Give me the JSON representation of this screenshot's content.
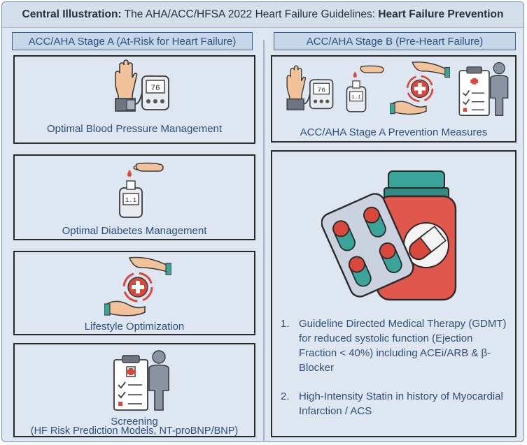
{
  "title": {
    "prefix": "Central Illustration:",
    "main": " The AHA/ACC/HFSA 2022 Heart Failure Guidelines: ",
    "suffix": "Heart Failure Prevention"
  },
  "stage_a": {
    "header": "ACC/AHA Stage A (At-Risk for Heart Failure)",
    "items": [
      {
        "label": "Optimal Blood Pressure Management",
        "icon": "blood-pressure-monitor-icon"
      },
      {
        "label": "Optimal Diabetes Management",
        "icon": "glucose-meter-icon"
      },
      {
        "label": "Lifestyle Optimization",
        "icon": "hands-health-cross-icon"
      },
      {
        "label_line1": "Screening",
        "label_line2": "(HF Risk Prediction Models, NT-proBNP/BNP)",
        "icon": "clipboard-doctor-icon"
      }
    ]
  },
  "stage_b": {
    "header": "ACC/AHA Stage B (Pre-Heart Failure)",
    "prevention_label": "ACC/AHA Stage A Prevention Measures",
    "therapy_icon": "medication-bottle-pills-icon",
    "list": [
      {
        "number": "1.",
        "text": "Guideline Directed Medical Therapy (GDMT) for reduced systolic function (Ejection Fraction < 40%) including ACEi/ARB & β-Blocker"
      },
      {
        "number": "2.",
        "text": "High-Intensity Statin in history of Myocardial Infarction / ACS"
      }
    ]
  },
  "colors": {
    "panel": "#dde6f1",
    "header_bg": "#c7d6e9",
    "text_blue": "#2e4f80",
    "red": "#d9483b",
    "teal": "#3aa39a"
  }
}
